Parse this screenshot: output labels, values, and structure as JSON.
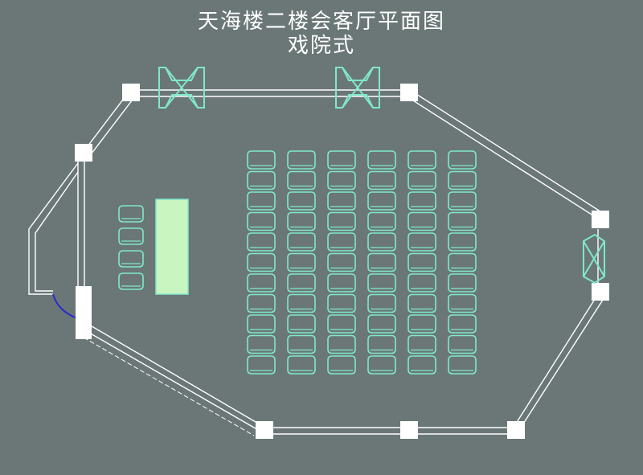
{
  "title": {
    "line1": "天海楼二楼会客厅平面图",
    "line2": "戏院式"
  },
  "colors": {
    "background": "#6b7777",
    "wall": "#ffffff",
    "furniture_stroke": "#7fe8c8",
    "table_fill": "#c8f5c0",
    "door_blue": "#2a2ad0"
  },
  "seating": {
    "audience_columns": 6,
    "audience_rows": 11,
    "head_chairs": 4
  },
  "icons": [
    "column-pillar-icon",
    "window-icon",
    "door-swing-icon",
    "chair-icon"
  ]
}
